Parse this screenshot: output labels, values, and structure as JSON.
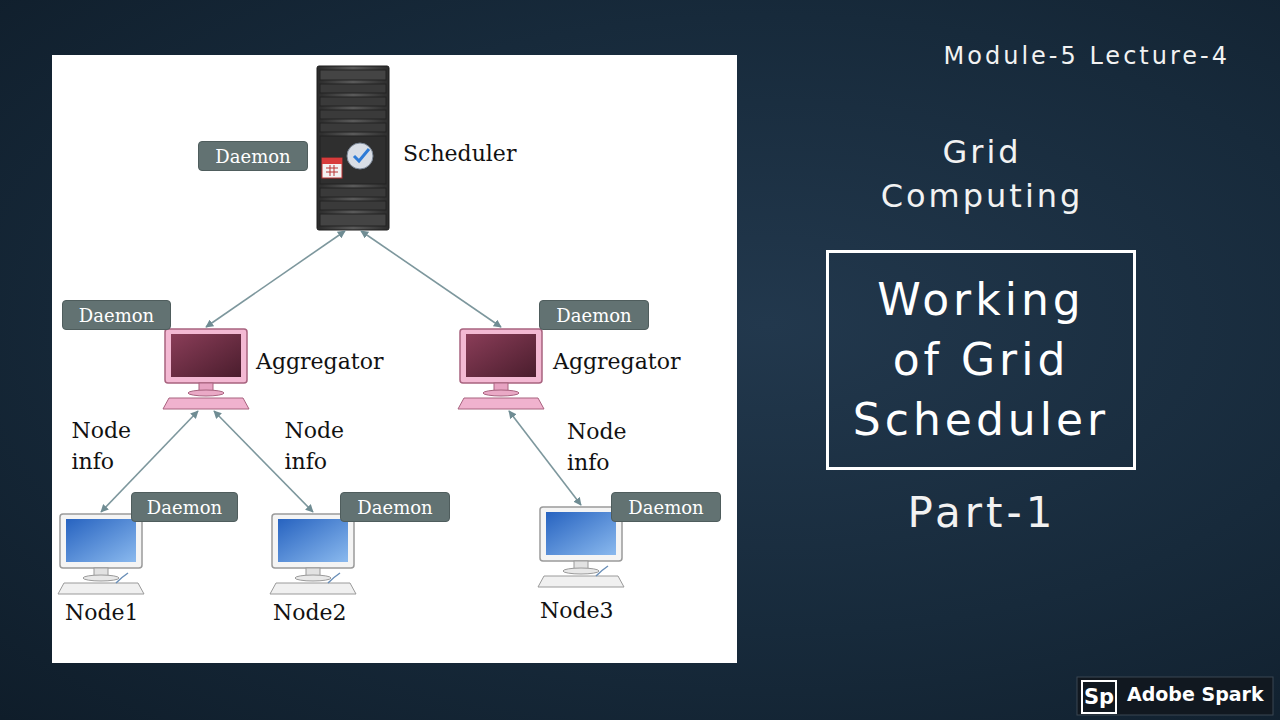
{
  "diagram": {
    "title": "Grid Computing",
    "nodes": [
      {
        "text": [
          "Scheduler"
        ]
      },
      {
        "text": [
          "Daemon"
        ],
        "in": 0
      },
      {
        "text": [
          "Aggregator"
        ]
      },
      {
        "text": [
          "Daemon"
        ],
        "in": 2
      },
      {
        "text": [
          "Aggregator"
        ]
      },
      {
        "text": [
          "Daemon"
        ],
        "in": 4
      },
      {
        "text": [
          "Node1"
        ]
      },
      {
        "text": [
          "Daemon"
        ],
        "in": 6
      },
      {
        "text": [
          "Node2"
        ]
      },
      {
        "text": [
          "Daemon"
        ],
        "in": 8
      },
      {
        "text": [
          "Node3"
        ]
      },
      {
        "text": [
          "Daemon"
        ],
        "in": 10
      },
      {
        "text": [
          "Working of Grid Scheduler"
        ]
      }
    ],
    "edges": [
      {
        "from": 0,
        "to": 2,
        "arrow": "both"
      },
      {
        "from": 0,
        "to": 4,
        "arrow": "both"
      },
      {
        "from": 2,
        "to": 6,
        "label": "Node info",
        "arrow": "both"
      },
      {
        "from": 2,
        "to": 8,
        "label": "Node info",
        "arrow": "both"
      },
      {
        "from": 4,
        "to": 10,
        "label": "Node info",
        "arrow": "both"
      }
    ],
    "labels": [
      "Module-5 Lecture-4",
      "Part-1",
      "Sp",
      "Adobe Spark"
    ]
  }
}
